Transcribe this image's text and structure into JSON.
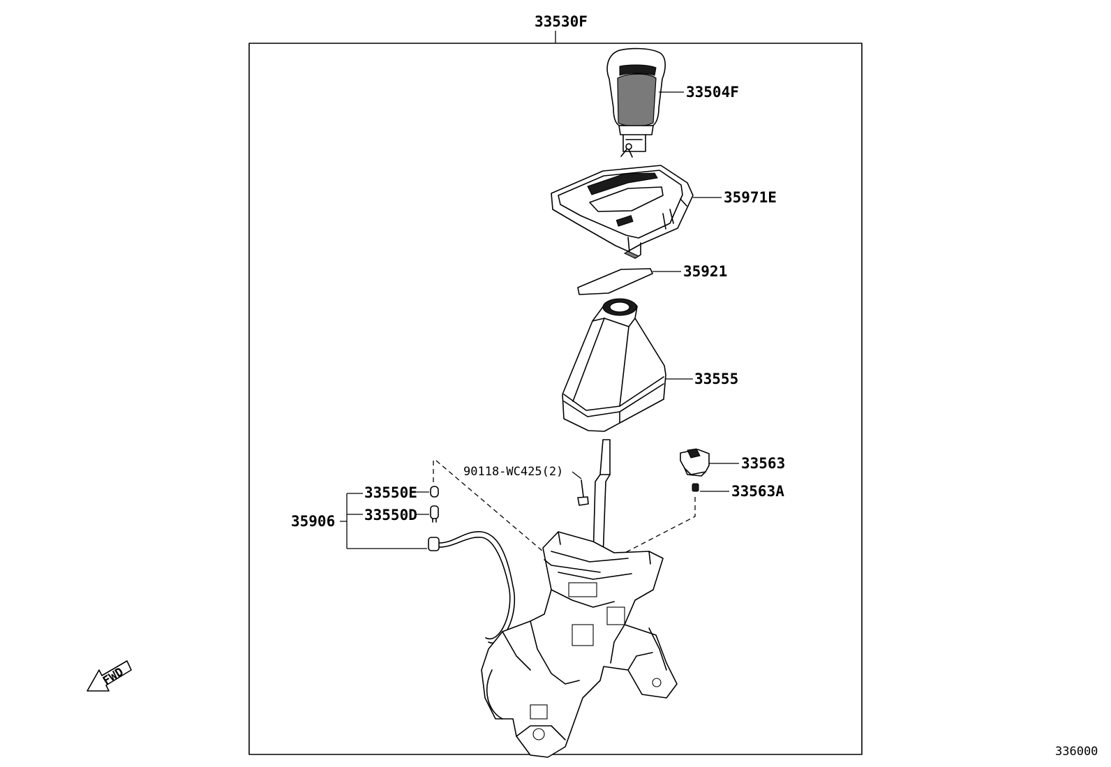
{
  "diagram": {
    "assembly_label": "33530F",
    "figure_number": "336000",
    "fwd_label": "FWD",
    "parts": {
      "knob": "33504F",
      "bezel": "35971E",
      "plate": "35921",
      "boot": "33555",
      "bolt": "90118-WC425(2)",
      "switch": "33563",
      "bulb_holder": "33563A",
      "cap": "33550E",
      "bulb": "33550D",
      "wire": "35906"
    }
  }
}
